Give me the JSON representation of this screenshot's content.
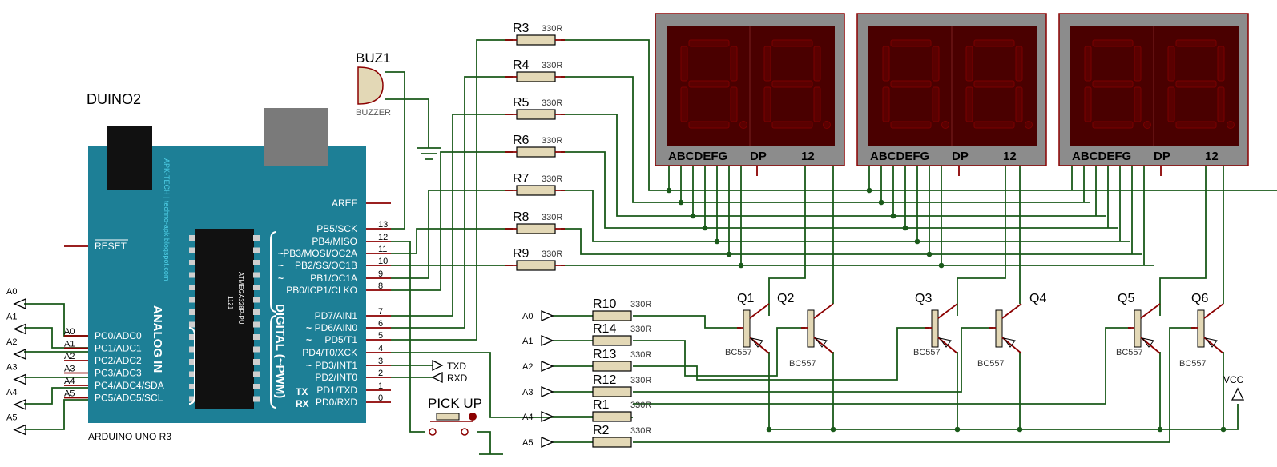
{
  "colors": {
    "board": "#1d7f96",
    "wire": "#1a5a1a",
    "pin": "#8b0000",
    "display_bezel": "#8c8c8c",
    "display_face": "#4a0000",
    "resistor": "#e3d8b6",
    "silk_text": "#ffffff",
    "watermark_text": "#4fd0e8"
  },
  "arduino": {
    "title": "DUINO2",
    "subtitle": "ARDUINO UNO R3",
    "watermark": "APK-TECH | techno-apk.blogspot.com",
    "chip_label": "ATMEGA328P-PU",
    "chip_code": "1121",
    "section_digital": "DIGITAL (~PWM)",
    "section_analog": "ANALOG IN",
    "aref": "AREF",
    "reset": "RESET",
    "tx": "TX",
    "rx": "RX",
    "digital_pins": [
      {
        "name": "PB5/SCK",
        "num": "13",
        "pwm": ""
      },
      {
        "name": "PB4/MISO",
        "num": "12",
        "pwm": ""
      },
      {
        "name": "PB3/MOSI/OC2A",
        "num": "11",
        "pwm": "~"
      },
      {
        "name": "PB2/SS/OC1B",
        "num": "10",
        "pwm": "~"
      },
      {
        "name": "PB1/OC1A",
        "num": "9",
        "pwm": "~"
      },
      {
        "name": "PB0/ICP1/CLKO",
        "num": "8",
        "pwm": ""
      },
      {
        "name": "PD7/AIN1",
        "num": "7",
        "pwm": ""
      },
      {
        "name": "PD6/AIN0",
        "num": "6",
        "pwm": "~"
      },
      {
        "name": "PD5/T1",
        "num": "5",
        "pwm": "~"
      },
      {
        "name": "PD4/T0/XCK",
        "num": "4",
        "pwm": ""
      },
      {
        "name": "PD3/INT1",
        "num": "3",
        "pwm": "~"
      },
      {
        "name": "PD2/INT0",
        "num": "2",
        "pwm": ""
      },
      {
        "name": "PD1/TXD",
        "num": "1",
        "pwm": ""
      },
      {
        "name": "PD0/RXD",
        "num": "0",
        "pwm": ""
      }
    ],
    "analog_pins": [
      {
        "name": "PC0/ADC0",
        "num": "A0"
      },
      {
        "name": "PC1/ADC1",
        "num": "A1"
      },
      {
        "name": "PC2/ADC2",
        "num": "A2"
      },
      {
        "name": "PC3/ADC3",
        "num": "A3"
      },
      {
        "name": "PC4/ADC4/SDA",
        "num": "A4"
      },
      {
        "name": "PC5/ADC5/SCL",
        "num": "A5"
      }
    ]
  },
  "left_terminals": [
    "A0",
    "A1",
    "A2",
    "A3",
    "A4",
    "A5"
  ],
  "buzzer": {
    "ref": "BUZ1",
    "type": "BUZZER"
  },
  "serial_terminals": {
    "txd": "TXD",
    "rxd": "RXD"
  },
  "pickup": {
    "label": "PICK UP"
  },
  "resistors_top": [
    {
      "ref": "R3",
      "value": "330R"
    },
    {
      "ref": "R4",
      "value": "330R"
    },
    {
      "ref": "R5",
      "value": "330R"
    },
    {
      "ref": "R6",
      "value": "330R"
    },
    {
      "ref": "R7",
      "value": "330R"
    },
    {
      "ref": "R8",
      "value": "330R"
    },
    {
      "ref": "R9",
      "value": "330R"
    }
  ],
  "resistors_bottom": [
    {
      "ref": "R10",
      "value": "330R"
    },
    {
      "ref": "R14",
      "value": "330R"
    },
    {
      "ref": "R13",
      "value": "330R"
    },
    {
      "ref": "R12",
      "value": "330R"
    },
    {
      "ref": "R1",
      "value": "330R"
    },
    {
      "ref": "R2",
      "value": "330R"
    }
  ],
  "bottom_terminals": [
    "A0",
    "A1",
    "A2",
    "A3",
    "A4",
    "A5"
  ],
  "displays": [
    {
      "seg_label": "ABCDEFG",
      "dp_label": "DP",
      "digits_label": "12"
    },
    {
      "seg_label": "ABCDEFG",
      "dp_label": "DP",
      "digits_label": "12"
    },
    {
      "seg_label": "ABCDEFG",
      "dp_label": "DP",
      "digits_label": "12"
    }
  ],
  "transistors": [
    {
      "ref": "Q1",
      "type": "BC557"
    },
    {
      "ref": "Q2",
      "type": "BC557"
    },
    {
      "ref": "Q3",
      "type": "BC557"
    },
    {
      "ref": "Q4",
      "type": "BC557"
    },
    {
      "ref": "Q5",
      "type": "BC557"
    },
    {
      "ref": "Q6",
      "type": "BC557"
    }
  ],
  "vcc_label": "VCC"
}
